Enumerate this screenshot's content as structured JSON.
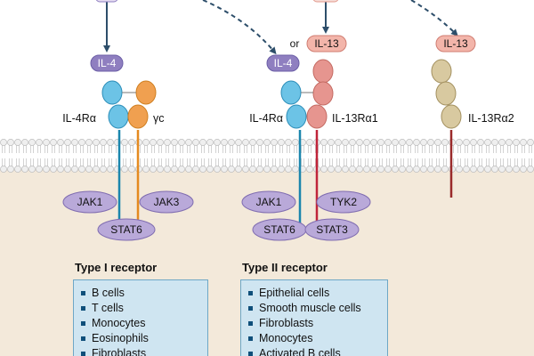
{
  "ligands": {
    "il4_left": "IL-4",
    "or": "or",
    "il4_mid": "IL-4",
    "il13_mid": "IL-13",
    "il13_right": "IL-13"
  },
  "receptor_chains": {
    "il4ra_left": "IL-4Rα",
    "gamma_c": "γc",
    "il4ra_mid": "IL-4Rα",
    "il13ra1": "IL-13Rα1",
    "il13ra2": "IL-13Rα2"
  },
  "signaling": {
    "jak1_left": "JAK1",
    "jak3": "JAK3",
    "stat6_left": "STAT6",
    "jak1_mid": "JAK1",
    "tyk2": "TYK2",
    "stat6_mid": "STAT6",
    "stat3": "STAT3"
  },
  "type1": {
    "title": "Type I receptor",
    "cells": [
      "B cells",
      "T cells",
      "Monocytes",
      "Eosinophils",
      "Fibroblasts"
    ]
  },
  "type2": {
    "title": "Type II receptor",
    "cells": [
      "Epithelial cells",
      "Smooth muscle cells",
      "Fibroblasts",
      "Monocytes",
      "Activated B cells"
    ]
  },
  "colors": {
    "il4": "#8f7fc0",
    "il13": "#e39a8e",
    "il4ra": "#6cc3e6",
    "gamma_c": "#f0a050",
    "il13ra1": "#e6958f",
    "il13ra2": "#d8c9a0",
    "kinase": "#b9a9d9",
    "membrane_head": "#efefef",
    "cytoplasm": "#f3e9da",
    "box_fill": "#cfe5f1"
  }
}
